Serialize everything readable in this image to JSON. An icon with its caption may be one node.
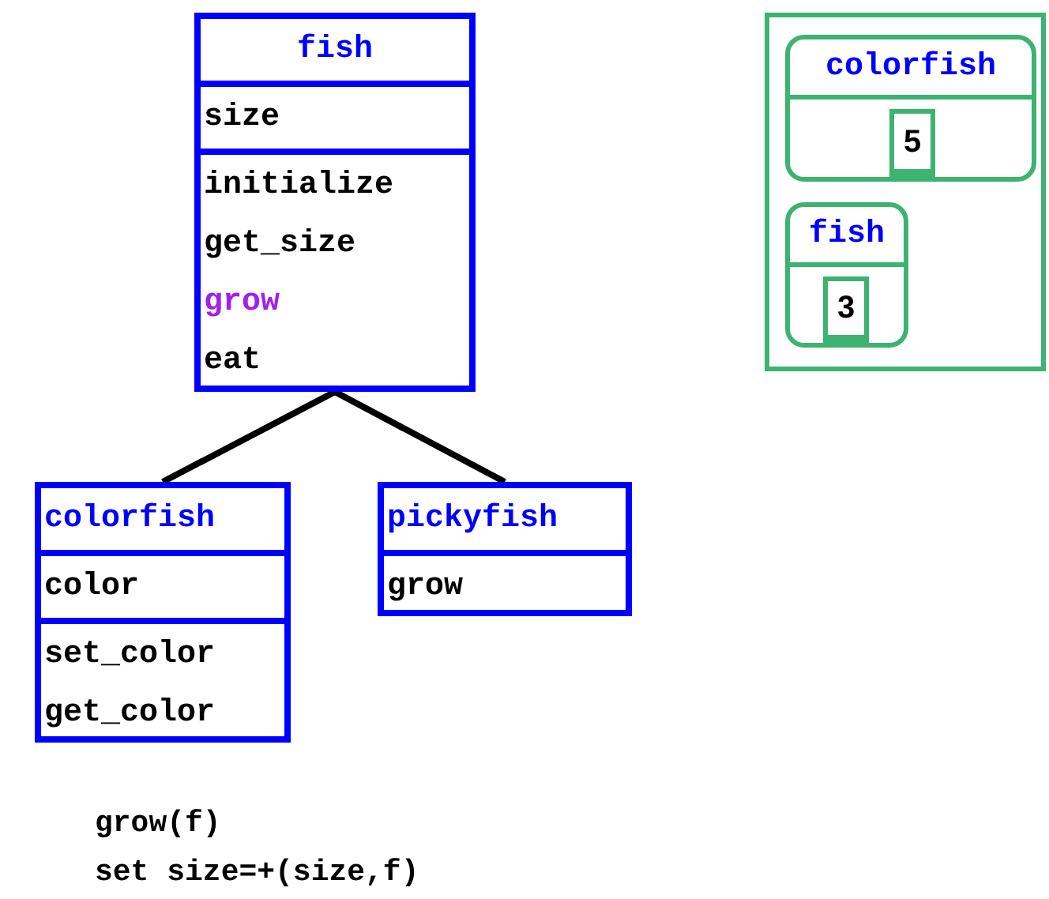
{
  "diagram": {
    "nodes": [
      {
        "text": [
          "fish",
          "size",
          "initialize",
          "get_size",
          "grow",
          "eat"
        ]
      },
      {
        "text": [
          "colorfish",
          "color",
          "set_color",
          "get_color"
        ]
      },
      {
        "text": [
          "pickyfish",
          "grow"
        ]
      },
      {
        "text": [],
        "shape": "box"
      },
      {
        "text": [
          "colorfish"
        ],
        "in": 3
      },
      {
        "text": [
          "5"
        ],
        "in": 4
      },
      {
        "text": [
          "fish"
        ],
        "in": 3
      },
      {
        "text": [
          "3"
        ],
        "in": 6
      }
    ],
    "edges": [
      {
        "from": 1,
        "to": 0,
        "arrow": "none"
      },
      {
        "from": 2,
        "to": 0,
        "arrow": "none"
      }
    ],
    "labels": [
      "grow(f)",
      "set size=+(size,f)"
    ]
  }
}
